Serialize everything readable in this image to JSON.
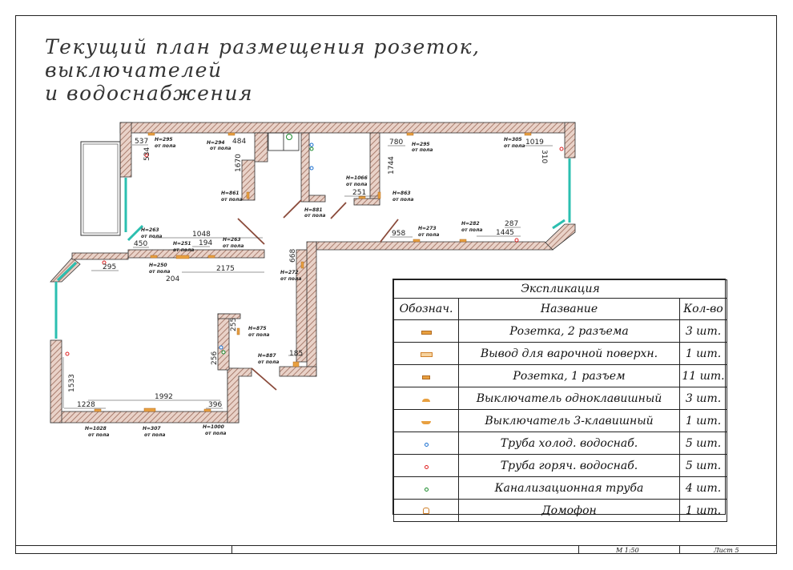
{
  "title": "Текущий план размещения розеток, выключателей и водоснабжения",
  "title_line1": "Текущий план размещения розеток, выключателей",
  "title_line2": "и водоснабжения",
  "colors": {
    "wall_hatch": "#b07c6c",
    "window": "#2bbfb0",
    "socket": "#e8a040",
    "cold_water": "#1a6fd0",
    "hot_water": "#e02020",
    "sewer": "#1a8a2a",
    "door": "#8a4a3a"
  },
  "plan": {
    "dimensions": [
      "537",
      "534",
      "484",
      "1670",
      "780",
      "1744",
      "1019",
      "310",
      "450",
      "1048",
      "194",
      "295",
      "204",
      "2175",
      "251",
      "958",
      "1445",
      "287",
      "668",
      "255",
      "256",
      "185",
      "1533",
      "1228",
      "1992",
      "396"
    ],
    "heights": [
      "H=295",
      "H=294",
      "H=295",
      "H=305",
      "H=861",
      "H=881",
      "H=1066",
      "H=863",
      "H=263",
      "H=251",
      "H=263",
      "H=250",
      "H=273",
      "H=282",
      "H=272",
      "H=875",
      "H=887",
      "H=1028",
      "H=307",
      "H=1000"
    ],
    "from_floor": "от пола"
  },
  "explication": {
    "caption": "Экспликация",
    "headers": [
      "Обознач.",
      "Название",
      "Кол-во"
    ],
    "rows": [
      {
        "icon": "socket-double-icon",
        "name": "Розетка, 2 разъема",
        "qty": "3 шт."
      },
      {
        "icon": "cooktop-outlet-icon",
        "name": "Вывод для варочной поверхн.",
        "qty": "1 шт."
      },
      {
        "icon": "socket-single-icon",
        "name": "Розетка, 1 разъем",
        "qty": "11 шт."
      },
      {
        "icon": "switch-single-icon",
        "name": "Выключатель одноклавишный",
        "qty": "3 шт."
      },
      {
        "icon": "switch-triple-icon",
        "name": "Выключатель 3-клавишный",
        "qty": "1 шт."
      },
      {
        "icon": "cold-water-pipe-icon",
        "name": "Труба холод. водоснаб.",
        "qty": "5 шт."
      },
      {
        "icon": "hot-water-pipe-icon",
        "name": "Труба горяч. водоснаб.",
        "qty": "5 шт."
      },
      {
        "icon": "sewer-pipe-icon",
        "name": "Канализационная труба",
        "qty": "4 шт."
      },
      {
        "icon": "intercom-icon",
        "name": "Домофон",
        "qty": "1 шт."
      }
    ]
  },
  "stamp": {
    "scale": "М 1:50",
    "sheet": "Лист 5"
  }
}
